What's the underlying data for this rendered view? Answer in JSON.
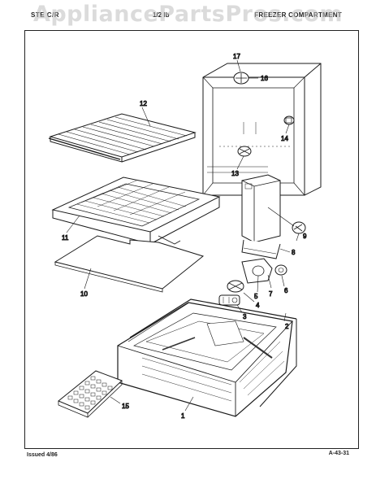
{
  "header": {
    "left": "STE C/R",
    "middle": "1/2 lb",
    "right": "FREEZER COMPARTMENT"
  },
  "watermark": "AppliancePartsPros.com",
  "footer": {
    "issued": "Issued 4/86",
    "code": "A-43-31"
  },
  "callouts": {
    "c1": "1",
    "c2": "2",
    "c3": "3",
    "c4": "4",
    "c5": "5",
    "c6": "6",
    "c7": "7",
    "c8": "8",
    "c9": "9",
    "c10": "10",
    "c11": "11",
    "c12": "12",
    "c13": "13",
    "c14": "14",
    "c15": "15",
    "c16": "16",
    "c17": "17"
  }
}
